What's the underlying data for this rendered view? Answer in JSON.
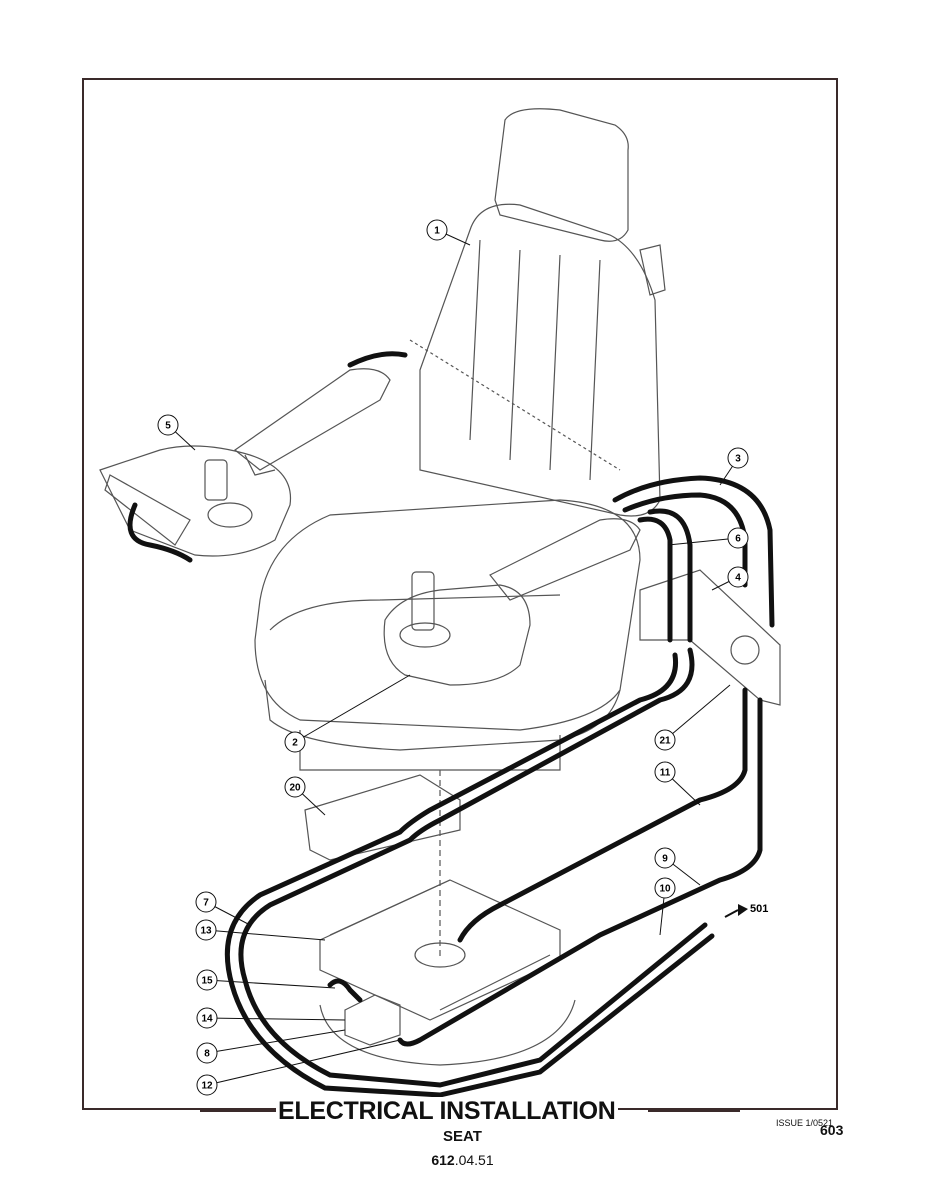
{
  "title": "ELECTRICAL INSTALLATION",
  "subtitle": "SEAT",
  "doc_number_bold": "612",
  "doc_number_rest": ".04.51",
  "issue": "ISSUE 1/0521",
  "page_number": "603",
  "reference_label": "501",
  "callouts": [
    "1",
    "2",
    "3",
    "4",
    "5",
    "6",
    "7",
    "8",
    "9",
    "10",
    "11",
    "12",
    "13",
    "14",
    "15",
    "20",
    "21"
  ]
}
